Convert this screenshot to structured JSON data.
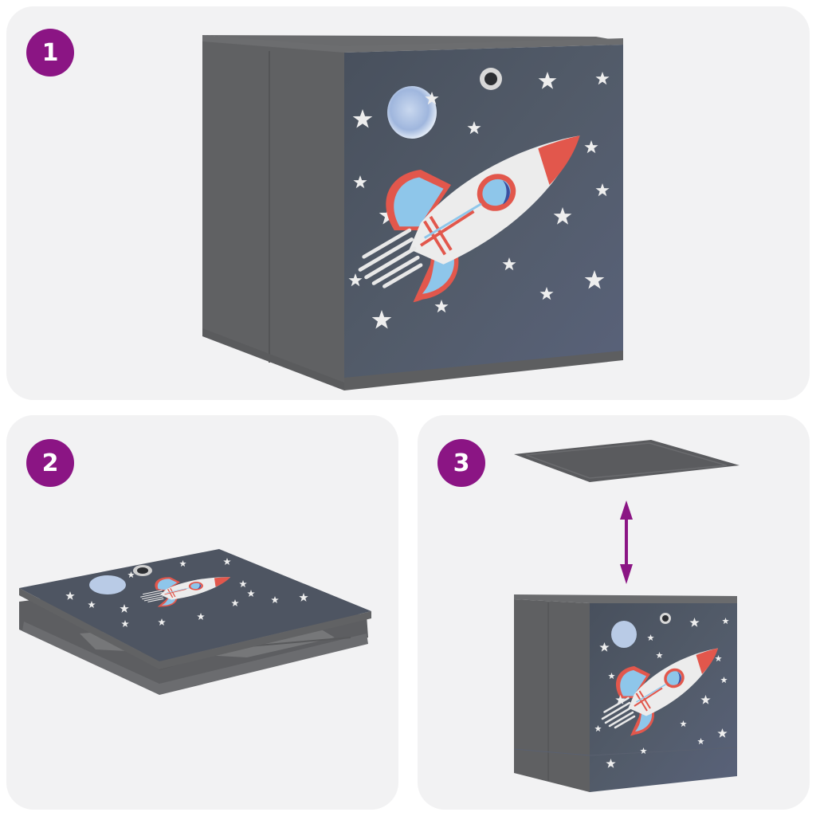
{
  "steps": [
    {
      "number": "1",
      "description": "assembled storage box with space rocket print"
    },
    {
      "number": "2",
      "description": "folded flat storage box"
    },
    {
      "number": "3",
      "description": "insert bottom board into box"
    }
  ],
  "colors": {
    "panel_bg": "#f2f2f3",
    "badge": "#8b1584",
    "arrow": "#8b1584",
    "box_side": "#5f6062",
    "box_front": "#4a5260",
    "rocket_body": "#ececec",
    "rocket_red": "#e2574c",
    "rocket_blue": "#8ec6ea",
    "moon": "#b9cbe6"
  },
  "icons": {
    "double_arrow": "vertical-double-arrow-icon",
    "grommet": "metal-grommet-icon"
  }
}
